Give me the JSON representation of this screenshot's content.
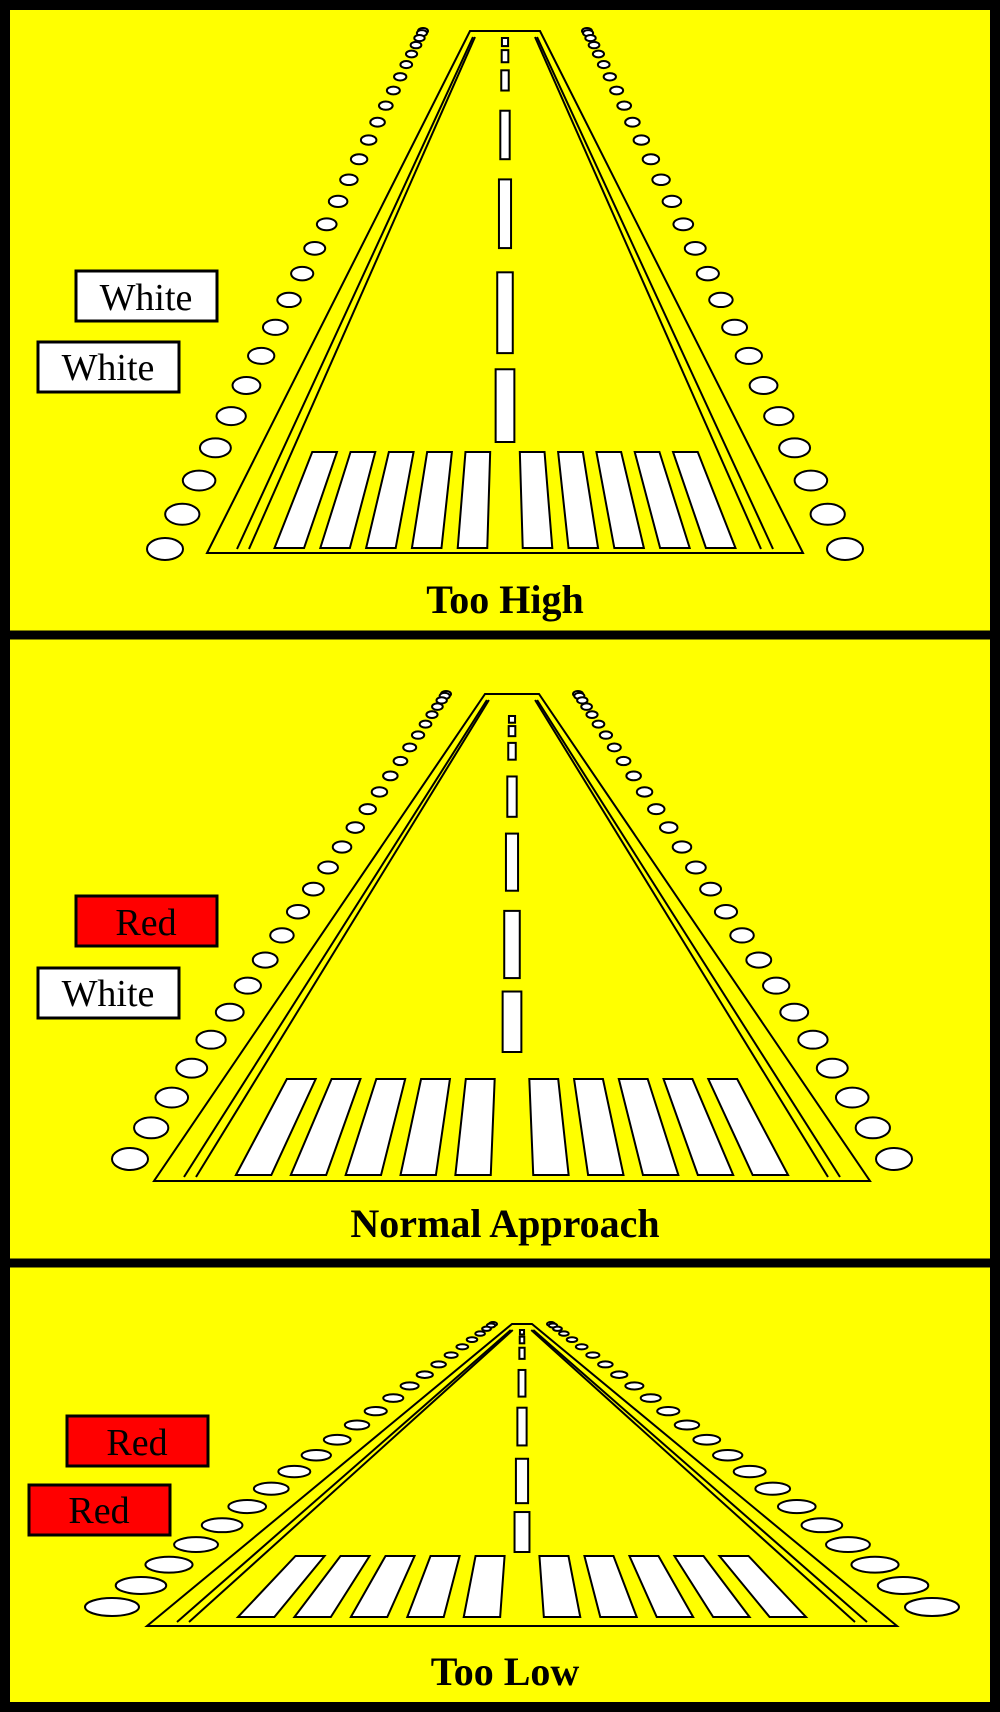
{
  "colors": {
    "background": "#ffff00",
    "frame": "#000000",
    "red_light": "#ff0000",
    "white_light": "#ffffff"
  },
  "panels": [
    {
      "id": "too-high",
      "title": "Too High",
      "indicators": [
        {
          "text": "White",
          "color": "white"
        },
        {
          "text": "White",
          "color": "white"
        }
      ]
    },
    {
      "id": "normal-approach",
      "title": "Normal Approach",
      "indicators": [
        {
          "text": "Red",
          "color": "red"
        },
        {
          "text": "White",
          "color": "white"
        }
      ]
    },
    {
      "id": "too-low",
      "title": "Too Low",
      "indicators": [
        {
          "text": "Red",
          "color": "red"
        },
        {
          "text": "Red",
          "color": "red"
        }
      ]
    }
  ]
}
